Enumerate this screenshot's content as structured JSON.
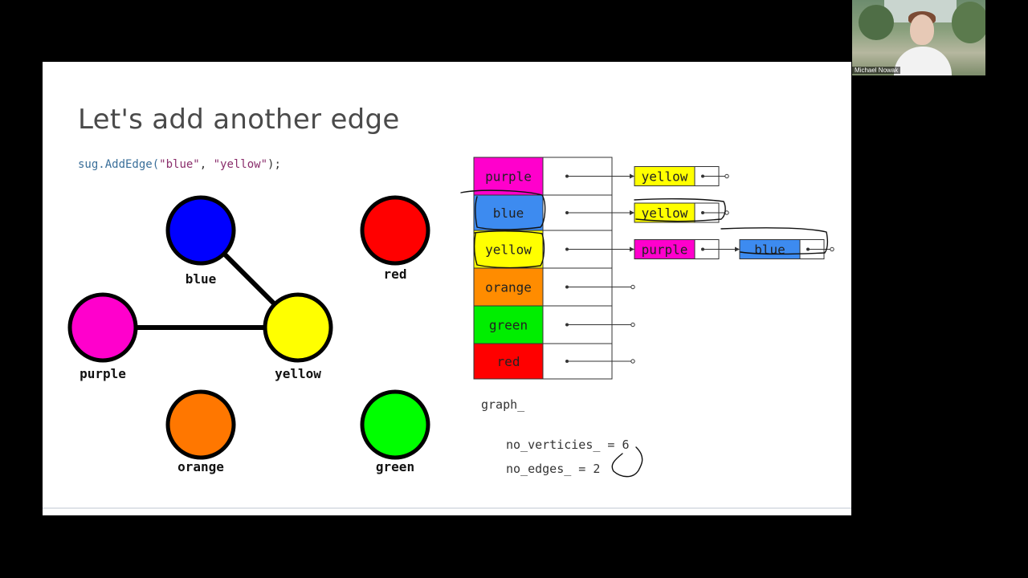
{
  "slide": {
    "title": "Let's add another edge",
    "code": {
      "fn": "sug.AddEdge(",
      "arg1": "\"blue\"",
      "sep": ", ",
      "arg2": "\"yellow\"",
      "end": ");"
    }
  },
  "graph": {
    "vertices": [
      {
        "id": "blue",
        "label": "blue",
        "color": "#0000ff"
      },
      {
        "id": "red",
        "label": "red",
        "color": "#ff0000"
      },
      {
        "id": "purple",
        "label": "purple",
        "color": "#ff00cc"
      },
      {
        "id": "yellow",
        "label": "yellow",
        "color": "#ffff00"
      },
      {
        "id": "orange",
        "label": "orange",
        "color": "#ff7700"
      },
      {
        "id": "green",
        "label": "green",
        "color": "#00ff00"
      }
    ],
    "edges": [
      [
        "blue",
        "yellow"
      ],
      [
        "purple",
        "yellow"
      ]
    ]
  },
  "adjacency": {
    "rows": [
      {
        "label": "purple",
        "color": "#ff00cc",
        "list": [
          {
            "label": "yellow",
            "color": "#ffff00"
          }
        ]
      },
      {
        "label": "blue",
        "color": "#3d8bf0",
        "list": [
          {
            "label": "yellow",
            "color": "#ffff00"
          }
        ]
      },
      {
        "label": "yellow",
        "color": "#ffff00",
        "list": [
          {
            "label": "purple",
            "color": "#ff00cc"
          },
          {
            "label": "blue",
            "color": "#3d8bf0"
          }
        ]
      },
      {
        "label": "orange",
        "color": "#ff8c00",
        "list": []
      },
      {
        "label": "green",
        "color": "#00ee00",
        "list": []
      },
      {
        "label": "red",
        "color": "#ff0000",
        "list": []
      }
    ],
    "name": "graph_"
  },
  "counters": {
    "vertices_line": "no_verticies_ = 6",
    "edges_line": "no_edges_ = 2"
  },
  "webcam": {
    "participant_name": "Michael Nowak"
  }
}
